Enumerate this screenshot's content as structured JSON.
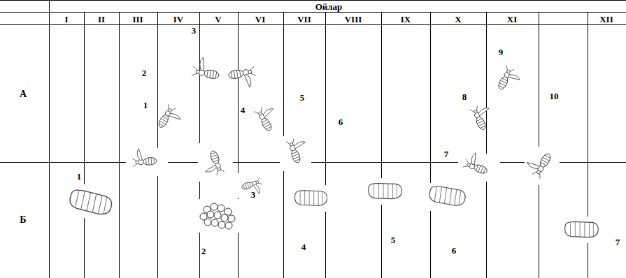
{
  "diagram": {
    "labels": [
      "Ойлар",
      "I",
      "II",
      "III",
      "IV",
      "V",
      "VI",
      "VII",
      "VIII",
      "IX",
      "X",
      "XI",
      "XII",
      "А",
      "Б",
      "3",
      "2",
      "1",
      "4",
      "5",
      "6",
      "8",
      "9",
      "10",
      "7",
      "1",
      "2",
      "3",
      "4",
      "5",
      "6",
      "7"
    ]
  }
}
